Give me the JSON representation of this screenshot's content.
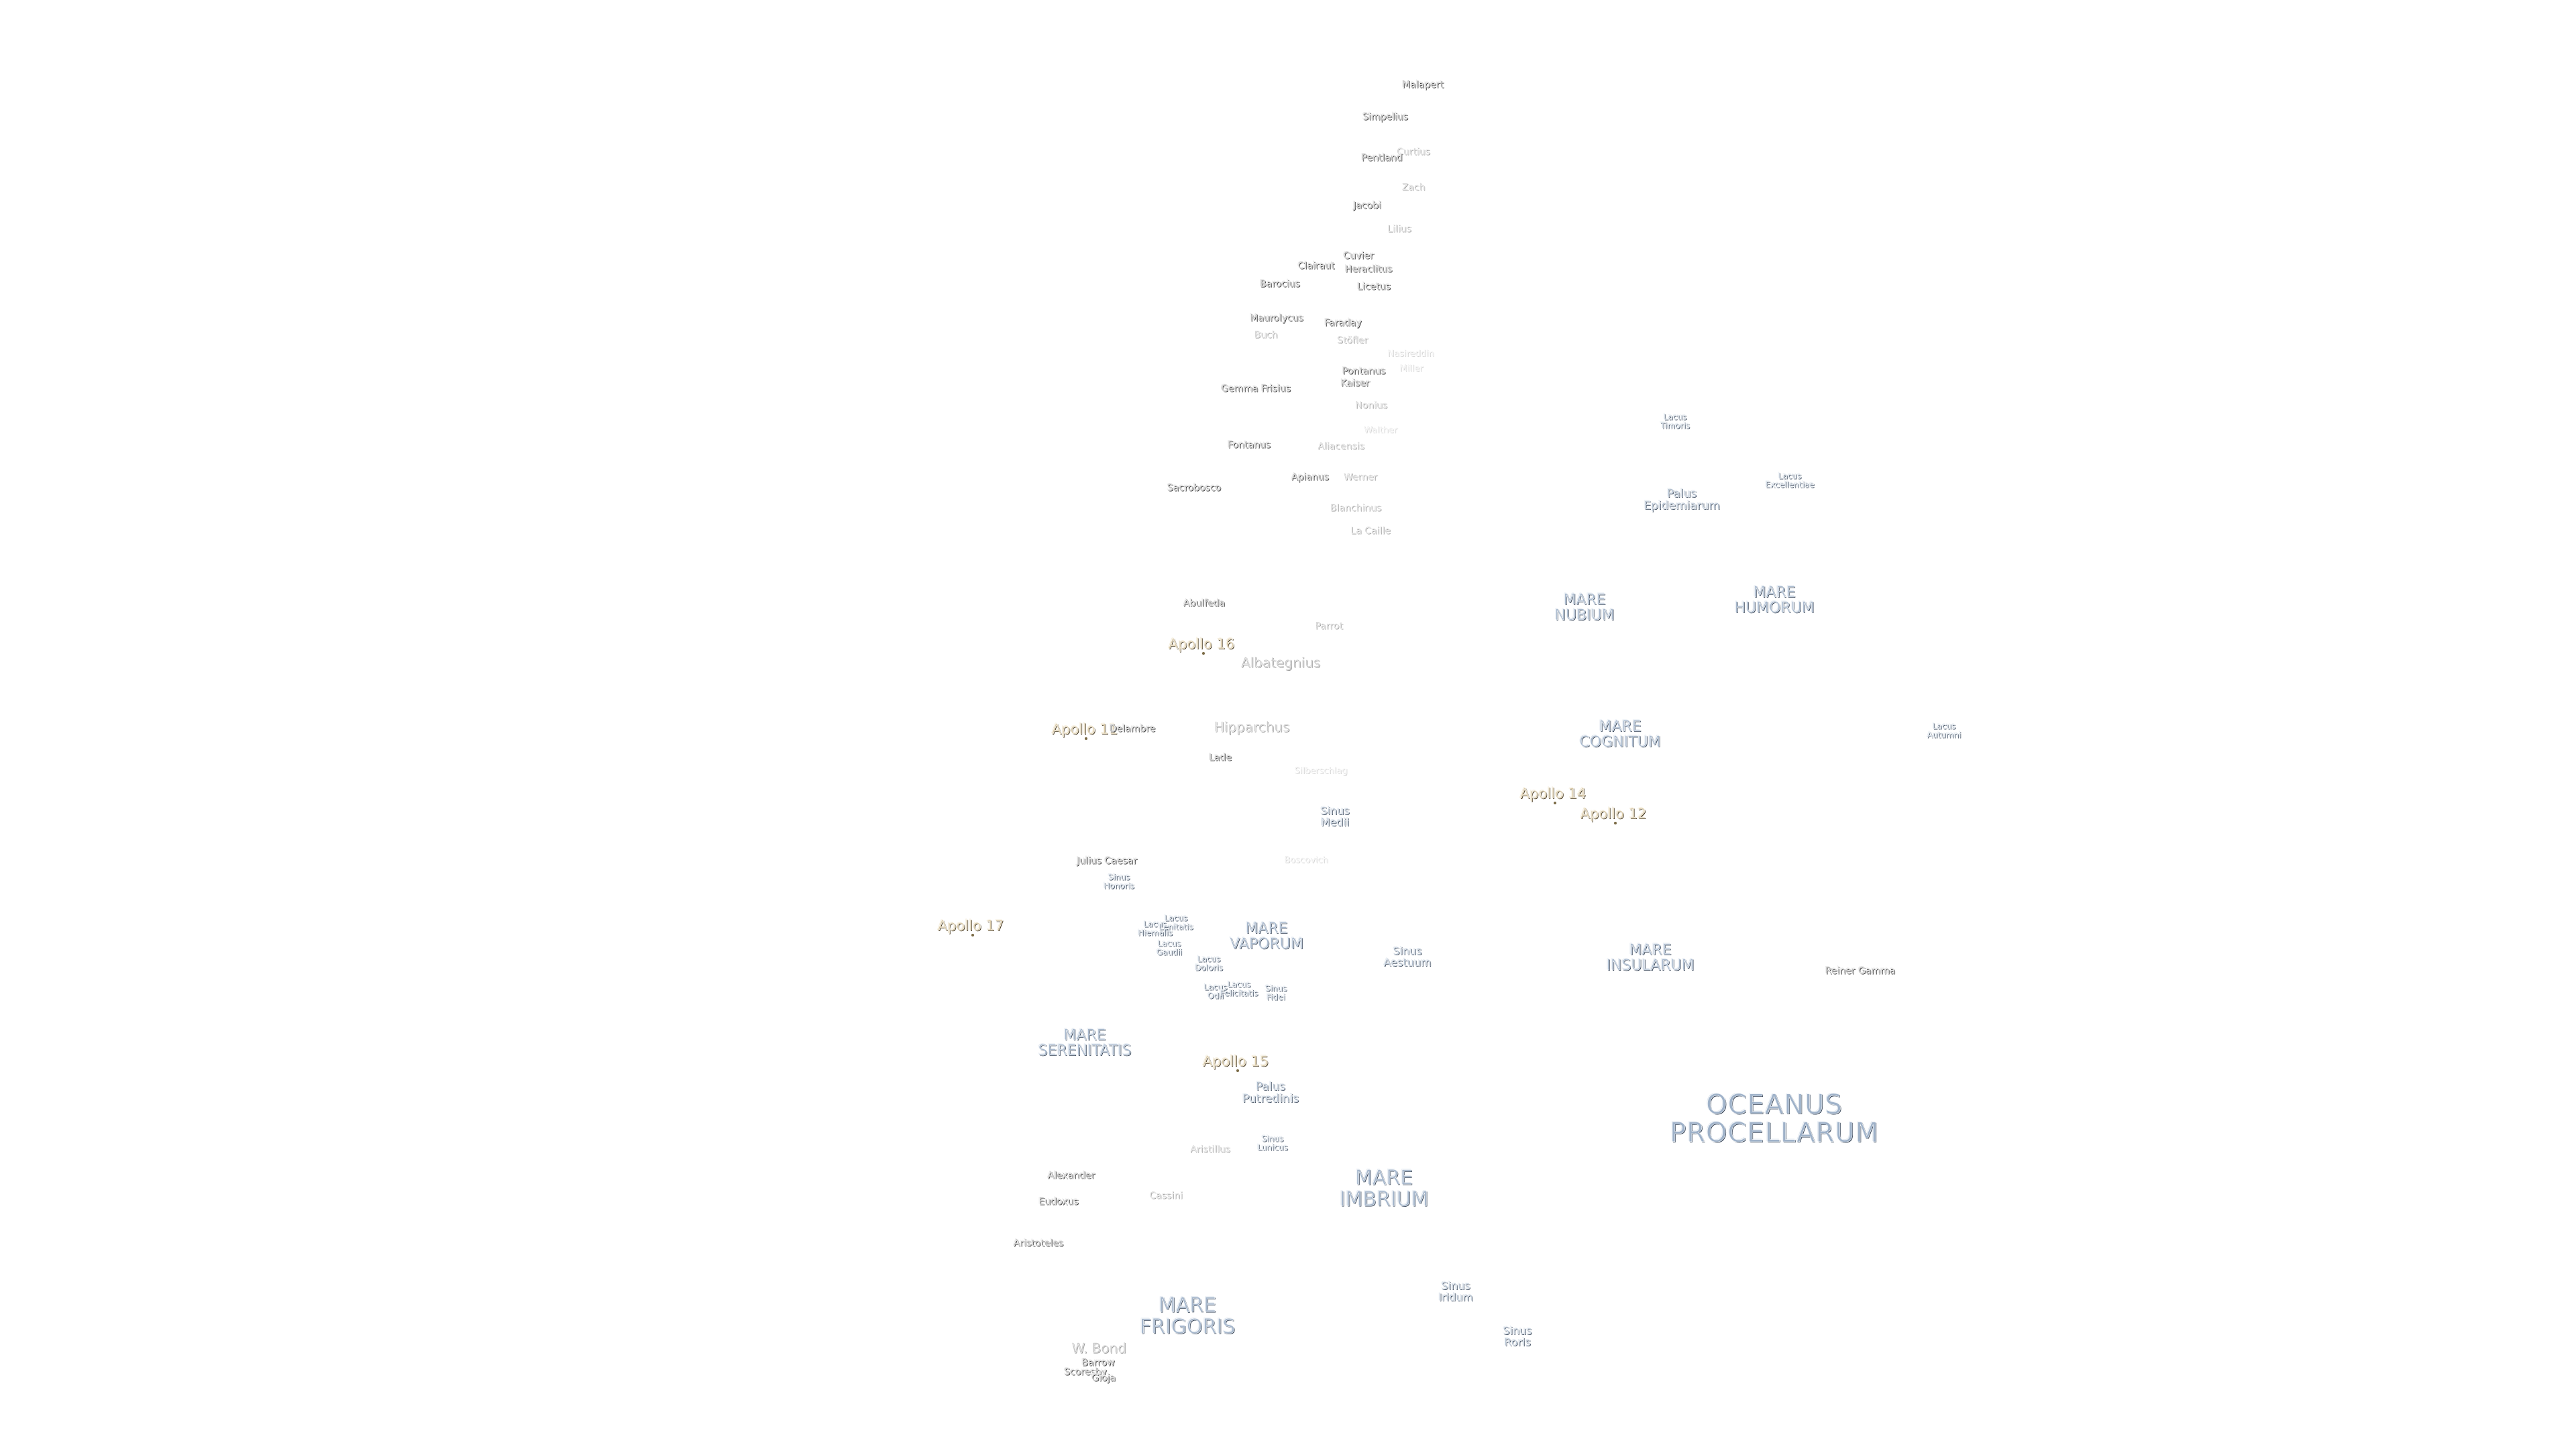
{
  "map": {
    "labels": [
      {
        "id": "oceanus-procellarum",
        "text": "OCEANUS\nPROCELLARUM",
        "kind": "ocean"
      },
      {
        "id": "mare-imbrium",
        "text": "MARE\nIMBRIUM",
        "kind": "mare-big"
      },
      {
        "id": "mare-frigoris",
        "text": "MARE\nFRIGORIS",
        "kind": "mare-big"
      },
      {
        "id": "mare-serenitatis",
        "text": "MARE\nSERENITATIS",
        "kind": "mare"
      },
      {
        "id": "mare-nubium",
        "text": "MARE\nNUBIUM",
        "kind": "mare"
      },
      {
        "id": "mare-humorum",
        "text": "MARE\nHUMORUM",
        "kind": "mare"
      },
      {
        "id": "mare-cognitum",
        "text": "MARE\nCOGNITUM",
        "kind": "mare"
      },
      {
        "id": "mare-insularum",
        "text": "MARE\nINSULARUM",
        "kind": "mare"
      },
      {
        "id": "mare-vaporum",
        "text": "MARE\nVAPORUM",
        "kind": "mare"
      },
      {
        "id": "sinus-medii",
        "text": "Sinus\nMedii",
        "kind": "sinus"
      },
      {
        "id": "sinus-aestuum",
        "text": "Sinus\nAestuum",
        "kind": "sinus"
      },
      {
        "id": "sinus-iridum",
        "text": "Sinus\nIridum",
        "kind": "sinus"
      },
      {
        "id": "sinus-roris",
        "text": "Sinus\nRoris",
        "kind": "sinus"
      },
      {
        "id": "sinus-lunicus",
        "text": "Sinus\nLunicus",
        "kind": "lacus"
      },
      {
        "id": "sinus-fidei",
        "text": "Sinus\nFidei",
        "kind": "lacus"
      },
      {
        "id": "sinus-honoris",
        "text": "Sinus\nHonoris",
        "kind": "lacus"
      },
      {
        "id": "palus-epidemiarum",
        "text": "Palus\nEpidemiarum",
        "kind": "palus"
      },
      {
        "id": "palus-putredinis",
        "text": "Palus\nPutredinis",
        "kind": "palus"
      },
      {
        "id": "lacus-timoris",
        "text": "Lacus\nTimoris",
        "kind": "lacus"
      },
      {
        "id": "lacus-excellentiae",
        "text": "Lacus\nExcellentiae",
        "kind": "lacus"
      },
      {
        "id": "lacus-autumni",
        "text": "Lacus\nAutumni",
        "kind": "lacus"
      },
      {
        "id": "lacus-hiemalis",
        "text": "Lacus\nHiemalis",
        "kind": "lacus"
      },
      {
        "id": "lacus-lenitatis",
        "text": "Lacus\nLenitatis",
        "kind": "lacus"
      },
      {
        "id": "lacus-gaudii",
        "text": "Lacus\nGaudii",
        "kind": "lacus"
      },
      {
        "id": "lacus-doloris",
        "text": "Lacus\nDoloris",
        "kind": "lacus"
      },
      {
        "id": "lacus-odii",
        "text": "Lacus\nOdii",
        "kind": "lacus"
      },
      {
        "id": "lacus-felicitatis",
        "text": "Lacus\nFelicitatis",
        "kind": "lacus"
      },
      {
        "id": "apollo-11",
        "text": "Apollo 11",
        "kind": "apollo"
      },
      {
        "id": "apollo-12",
        "text": "Apollo 12",
        "kind": "apollo"
      },
      {
        "id": "apollo-14",
        "text": "Apollo 14",
        "kind": "apollo"
      },
      {
        "id": "apollo-15",
        "text": "Apollo 15",
        "kind": "apollo"
      },
      {
        "id": "apollo-16",
        "text": "Apollo 16",
        "kind": "apollo"
      },
      {
        "id": "apollo-17",
        "text": "Apollo 17",
        "kind": "apollo"
      },
      {
        "id": "malapert",
        "text": "Malapert",
        "kind": "crater"
      },
      {
        "id": "simpelius",
        "text": "Simpelius",
        "kind": "crater"
      },
      {
        "id": "curtius",
        "text": "Curtius",
        "kind": "crater-faint"
      },
      {
        "id": "pentland",
        "text": "Pentland",
        "kind": "crater"
      },
      {
        "id": "zach",
        "text": "Zach",
        "kind": "crater-faint"
      },
      {
        "id": "jacobi",
        "text": "Jacobi",
        "kind": "crater"
      },
      {
        "id": "lilius",
        "text": "Lilius",
        "kind": "crater-faint"
      },
      {
        "id": "cuvier",
        "text": "Cuvier",
        "kind": "crater"
      },
      {
        "id": "clairaut",
        "text": "Clairaut",
        "kind": "crater"
      },
      {
        "id": "heraclitus",
        "text": "Heraclitus",
        "kind": "crater"
      },
      {
        "id": "barocius",
        "text": "Barocius",
        "kind": "crater"
      },
      {
        "id": "licetus",
        "text": "Licetus",
        "kind": "crater"
      },
      {
        "id": "maurolycus",
        "text": "Maurolycus",
        "kind": "crater"
      },
      {
        "id": "faraday",
        "text": "Faraday",
        "kind": "crater"
      },
      {
        "id": "buch",
        "text": "Buch",
        "kind": "crater-faint"
      },
      {
        "id": "stofler",
        "text": "Stöfler",
        "kind": "crater-faint"
      },
      {
        "id": "nasireddin",
        "text": "Nasireddin",
        "kind": "crater-ghost"
      },
      {
        "id": "miller",
        "text": "Miller",
        "kind": "crater-ghost"
      },
      {
        "id": "pontanus",
        "text": "Pontanus",
        "kind": "crater"
      },
      {
        "id": "kaiser",
        "text": "Kaiser",
        "kind": "crater"
      },
      {
        "id": "gemma-frisius",
        "text": "Gemma Frisius",
        "kind": "crater"
      },
      {
        "id": "nonius",
        "text": "Nonius",
        "kind": "crater-faint"
      },
      {
        "id": "walther",
        "text": "Walther",
        "kind": "crater-ghost"
      },
      {
        "id": "fontanus",
        "text": "Fontanus",
        "kind": "crater"
      },
      {
        "id": "aliacensis",
        "text": "Aliacensis",
        "kind": "crater-faint"
      },
      {
        "id": "sacrobosco",
        "text": "Sacrobosco",
        "kind": "crater"
      },
      {
        "id": "apianus",
        "text": "Apianus",
        "kind": "crater"
      },
      {
        "id": "werner",
        "text": "Werner",
        "kind": "crater-faint"
      },
      {
        "id": "blanchinus",
        "text": "Blanchinus",
        "kind": "crater-faint"
      },
      {
        "id": "la-caille",
        "text": "La Caille",
        "kind": "crater-faint"
      },
      {
        "id": "abulfeda",
        "text": "Abulfeda",
        "kind": "crater"
      },
      {
        "id": "parrot",
        "text": "Parrot",
        "kind": "crater-faint"
      },
      {
        "id": "albategnius",
        "text": "Albategnius",
        "kind": "crater-faint-lg"
      },
      {
        "id": "hipparchus",
        "text": "Hipparchus",
        "kind": "crater-faint-lg"
      },
      {
        "id": "delambre",
        "text": "Delambre",
        "kind": "crater"
      },
      {
        "id": "lade",
        "text": "Lade",
        "kind": "crater"
      },
      {
        "id": "silberschlag",
        "text": "Silberschlag",
        "kind": "crater-ghost"
      },
      {
        "id": "julius-caesar",
        "text": "Julius Caesar",
        "kind": "crater"
      },
      {
        "id": "boscovich",
        "text": "Boscovich",
        "kind": "crater-ghost"
      },
      {
        "id": "reiner-gamma",
        "text": "Reiner Gamma",
        "kind": "crater"
      },
      {
        "id": "aristillus",
        "text": "Aristillus",
        "kind": "crater-faint"
      },
      {
        "id": "cassini",
        "text": "Cassini",
        "kind": "crater-faint"
      },
      {
        "id": "alexander",
        "text": "Alexander",
        "kind": "crater"
      },
      {
        "id": "eudoxus",
        "text": "Eudoxus",
        "kind": "crater"
      },
      {
        "id": "aristoteles",
        "text": "Aristoteles",
        "kind": "crater"
      },
      {
        "id": "w-bond",
        "text": "W. Bond",
        "kind": "crater-faint-lg"
      },
      {
        "id": "barrow",
        "text": "Barrow",
        "kind": "crater"
      },
      {
        "id": "scoresby",
        "text": "Scoresby",
        "kind": "crater"
      },
      {
        "id": "gioja",
        "text": "Gioja",
        "kind": "crater"
      }
    ]
  }
}
